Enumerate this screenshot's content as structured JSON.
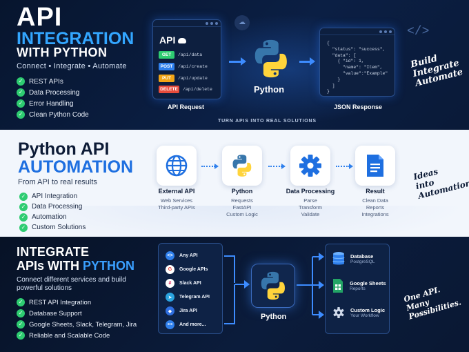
{
  "panel1": {
    "title_api": "API",
    "title_integration": "INTEGRATION",
    "title_with_python": "WITH PYTHON",
    "subtitle": "Connect • Integrate • Automate",
    "features": [
      "REST APIs",
      "Data Processing",
      "Error Handling",
      "Clean Python Code"
    ],
    "request_window": {
      "title": "API",
      "methods": [
        {
          "method": "GET",
          "path": "/api/data",
          "color": "#2ecc71"
        },
        {
          "method": "POST",
          "path": "/api/create",
          "color": "#2f80ed"
        },
        {
          "method": "PUT",
          "path": "/api/update",
          "color": "#f2a516"
        },
        {
          "method": "DELETE",
          "path": "/api/delete",
          "color": "#e74c3c"
        }
      ],
      "label": "API Request"
    },
    "python_label": "Python",
    "json_window": {
      "lines": [
        "{",
        "  \"status\": \"success\",",
        "  \"data\": [",
        "    { \"id\": 1,",
        "      \"name\": \"Item\",",
        "      \"value\":\"Example\"",
        "    }",
        "  ]",
        "}"
      ],
      "label": "JSON Response"
    },
    "handwritten": [
      "Build",
      "Integrate",
      "Automate"
    ],
    "tagline": "TURN APIS INTO REAL SOLUTIONS"
  },
  "panel2": {
    "title_python_api": "Python API",
    "title_automation": "AUTOMATION",
    "subtitle": "From API to real results",
    "features": [
      "API Integration",
      "Data Processing",
      "Automation",
      "Custom Solutions"
    ],
    "steps": [
      {
        "title": "External API",
        "lines": [
          "Web Services",
          "Third-party APIs"
        ],
        "icon": "globe-icon"
      },
      {
        "title": "Python",
        "lines": [
          "Requests",
          "FastAPI",
          "Custom Logic"
        ],
        "icon": "python-logo-icon"
      },
      {
        "title": "Data Processing",
        "lines": [
          "Parse",
          "Transform",
          "Validate"
        ],
        "icon": "gear-icon"
      },
      {
        "title": "Result",
        "lines": [
          "Clean Data",
          "Reports",
          "Integrations"
        ],
        "icon": "document-icon"
      }
    ],
    "handwritten": [
      "Ideas",
      "into",
      "Automation"
    ]
  },
  "panel3": {
    "title_integrate": "INTEGRATE",
    "title_apis_with": "APIs WITH ",
    "title_python": "PYTHON",
    "description": "Connect different services and build powerful solutions",
    "features": [
      "REST API Integration",
      "Database Support",
      "Google Sheets, Slack, Telegram, Jira",
      "Reliable and Scalable Code"
    ],
    "sources": [
      {
        "label": "Any API",
        "icon": "code-icon",
        "color": "#2f80ed"
      },
      {
        "label": "Google APIs",
        "icon": "google-icon",
        "color": "#ffffff"
      },
      {
        "label": "Slack API",
        "icon": "slack-icon",
        "color": "#ffffff"
      },
      {
        "label": "Telegram API",
        "icon": "telegram-icon",
        "color": "#2aa3e0"
      },
      {
        "label": "Jira API",
        "icon": "jira-icon",
        "color": "#2f6fe0"
      },
      {
        "label": "And more...",
        "icon": "more-icon",
        "color": "#2f80ed"
      }
    ],
    "python_label": "Python",
    "destinations": [
      {
        "title": "Database",
        "sub": "PostgreSQL",
        "icon": "database-icon"
      },
      {
        "title": "Google Sheets",
        "sub": "Reports",
        "icon": "sheets-icon"
      },
      {
        "title": "Custom Logic",
        "sub": "Your Workflow",
        "icon": "gear-icon"
      }
    ],
    "handwritten": [
      "One API.",
      "Many Possibilities."
    ]
  },
  "colors": {
    "accent": "#33a6ff",
    "check": "#2ecc71",
    "python_blue": "#3776ab",
    "python_yellow": "#ffd43b"
  }
}
